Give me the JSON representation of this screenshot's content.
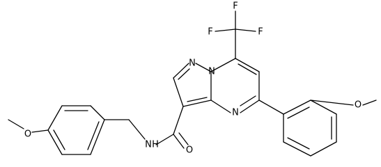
{
  "structure": {
    "atom_labels": {
      "F_top": "F",
      "F_left": "F",
      "F_right": "F",
      "N_bridge_upper": "N",
      "N_bridge_lower": "N",
      "N_pyrazole": "N",
      "N_amide": "N",
      "H_amide": "H",
      "O_carbonyl": "O",
      "O_methoxy_left": "O",
      "O_methoxy_right": "O"
    }
  }
}
